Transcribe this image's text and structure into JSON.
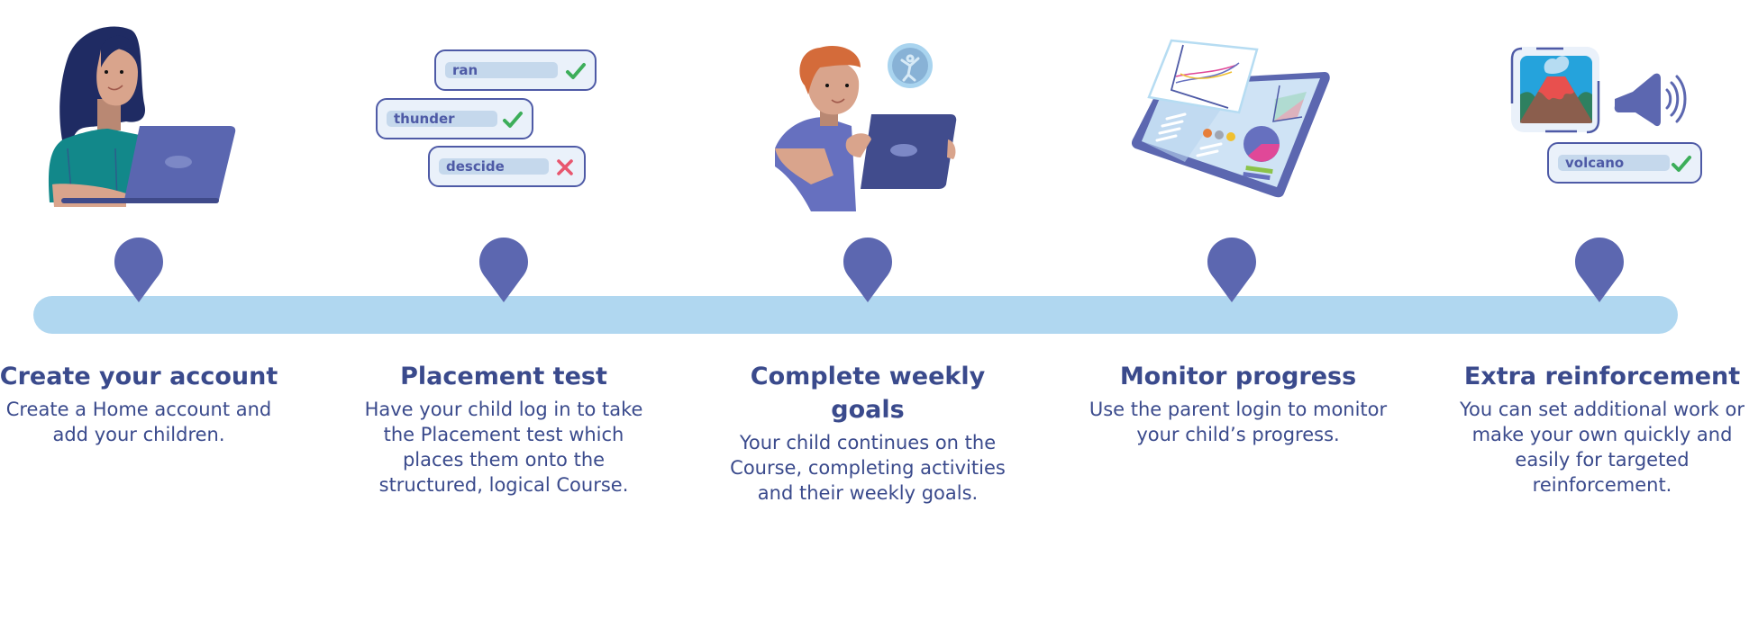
{
  "colors": {
    "timeline_bar": "#B0D7F0",
    "pin": "#5C67B0",
    "text": "#3A4A8C",
    "check": "#3DAE5A",
    "cross": "#E8566E",
    "card_bg": "#EAF1FA",
    "card_border": "#4E5AA6"
  },
  "steps": [
    {
      "title": "Create your account",
      "body": "Create a Home account and add your children.",
      "illustration": "woman-with-laptop"
    },
    {
      "title": "Placement test",
      "body": "Have your child log in to take the Placement test which places them onto the structured, logical Course.",
      "illustration": "word-answer-cards",
      "cards": [
        {
          "word": "ran",
          "result": "correct"
        },
        {
          "word": "thunder",
          "result": "correct"
        },
        {
          "word": "descide",
          "result": "incorrect"
        }
      ]
    },
    {
      "title": "Complete weekly goals",
      "body": "Your child continues on the Course, completing activities and their weekly goals.",
      "illustration": "boy-with-tablet-and-badge"
    },
    {
      "title": "Monitor progress",
      "body": "Use the parent login to monitor your child’s progress.",
      "illustration": "progress-dashboard-tablet"
    },
    {
      "title": "Extra reinforcement",
      "body": "You can set additional work or make your own quickly and easily for targeted reinforcement.",
      "illustration": "volcano-picture-audio-word",
      "cards": [
        {
          "word": "volcano",
          "result": "correct"
        }
      ]
    }
  ]
}
